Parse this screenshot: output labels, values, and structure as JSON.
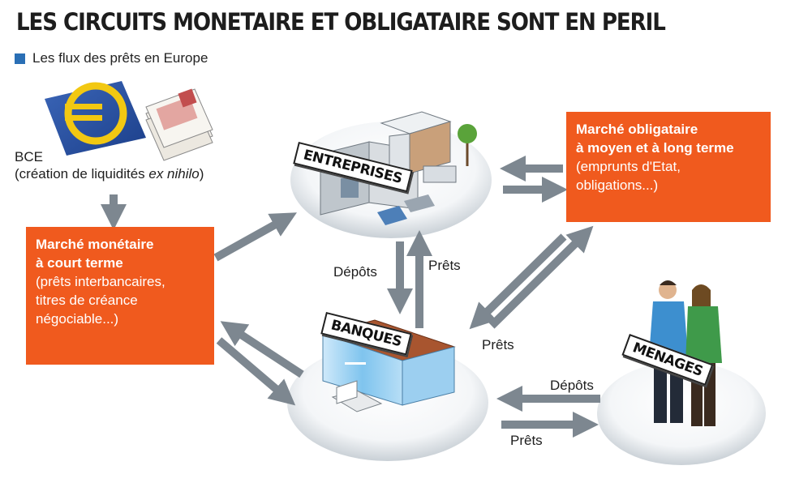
{
  "header": {
    "title": "LES CIRCUITS MONETAIRE ET OBLIGATAIRE SONT EN PERIL",
    "subtitle": "Les flux des prêts en Europe"
  },
  "bce": {
    "label": "BCE",
    "description_prefix": "(création de liquidités ",
    "description_emphasis": "ex nihilo",
    "description_suffix": ")"
  },
  "markets": {
    "money_market": {
      "title_line1": "Marché monétaire",
      "title_line2": "à court terme",
      "detail_line1": "(prêts interbancaires,",
      "detail_line2": "titres de créance",
      "detail_line3": "négociable...)"
    },
    "bond_market": {
      "title_line1": "Marché obligataire",
      "title_line2": "à moyen et à long terme",
      "detail_line1": "(emprunts d'Etat,",
      "detail_line2": "obligations...)"
    }
  },
  "nodes": {
    "entreprises": "ENTREPRISES",
    "banques": "BANQUES",
    "menages": "MENAGES"
  },
  "flows": {
    "deposits_banks_enterprises": "Dépôts",
    "loans_banks_enterprises": "Prêts",
    "loans_banks_bond": "Prêts",
    "deposits_households": "Dépôts",
    "loans_households": "Prêts"
  },
  "colors": {
    "accent_orange": "#f05a1e",
    "accent_blue": "#2a6fb5",
    "arrow_gray": "#7d8790"
  },
  "icons": {
    "euro": "euro-sign-icon",
    "banknotes": "banknote-stack-icon"
  }
}
